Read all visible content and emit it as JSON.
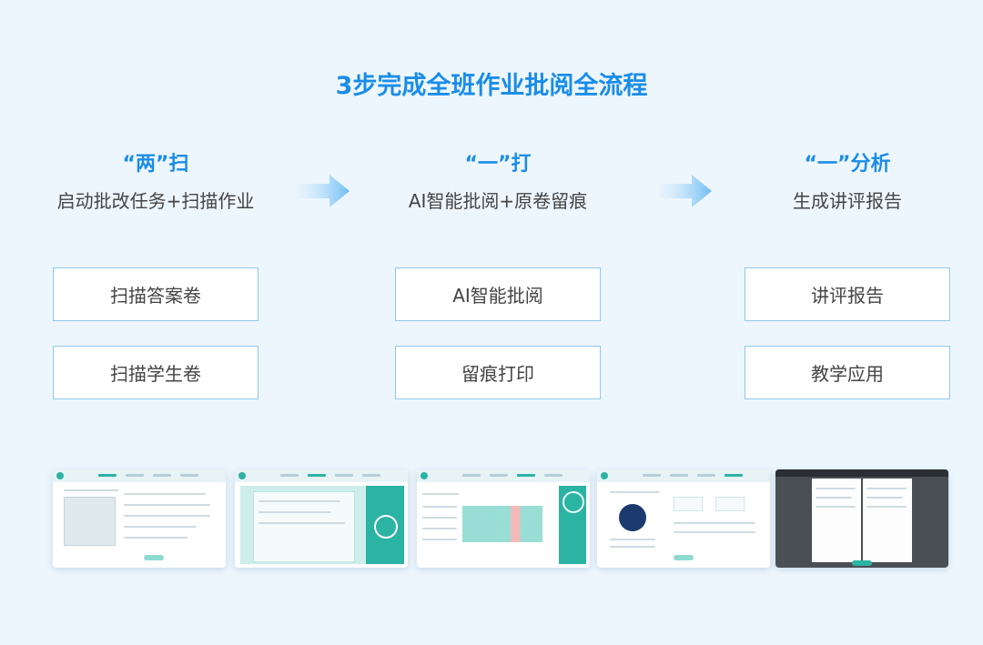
{
  "title": "3步完成全班作业批阅全流程",
  "steps": [
    {
      "head": "“两”扫",
      "sub": "启动批改任务+扫描作业",
      "items": [
        "扫描答案卷",
        "扫描学生卷"
      ]
    },
    {
      "head": "“一”打",
      "sub": "AI智能批阅+原卷留痕",
      "items": [
        "AI智能批阅",
        "留痕打印"
      ]
    },
    {
      "head": "“一”分析",
      "sub": "生成讲评报告",
      "items": [
        "讲评报告",
        "教学应用"
      ]
    }
  ],
  "colors": {
    "accent": "#1a8de8",
    "teal": "#2bb3a3",
    "box_border": "#8cc8f0",
    "background": "#eef6fd"
  },
  "icons": [
    "arrow-right-icon",
    "arrow-right-icon"
  ]
}
